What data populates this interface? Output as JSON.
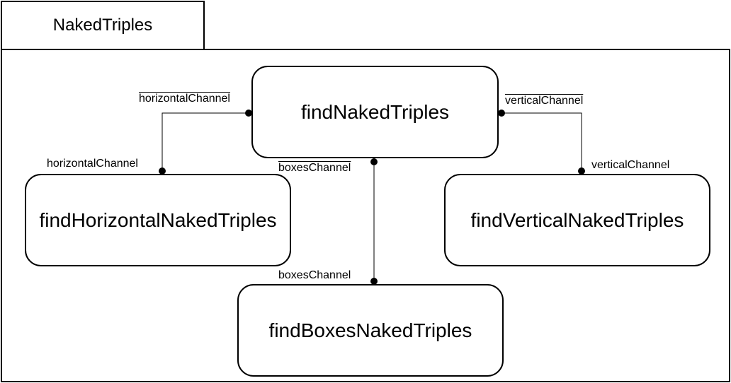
{
  "title": "NakedTriples",
  "components": {
    "main": "findNakedTriples",
    "horizontal": "findHorizontalNakedTriples",
    "vertical": "findVerticalNakedTriples",
    "boxes": "findBoxesNakedTriples"
  },
  "ports": {
    "main_horizontal": "horizontalChannel",
    "main_vertical": "verticalChannel",
    "main_boxes": "boxesChannel",
    "horizontal": "horizontalChannel",
    "vertical": "verticalChannel",
    "boxes": "boxesChannel"
  }
}
